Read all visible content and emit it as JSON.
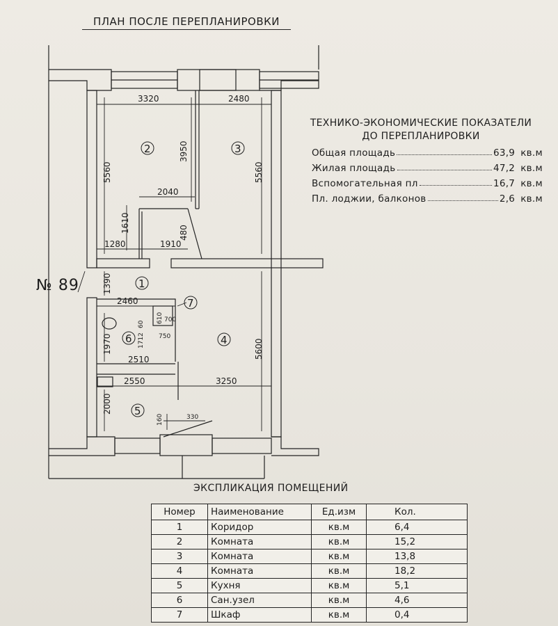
{
  "plan": {
    "title": "ПЛАН ПОСЛЕ ПЕРЕПЛАНИРОВКИ",
    "apartment_number": "№ 89",
    "dimensions": {
      "d3320": "3320",
      "d2480": "2480",
      "d3950": "3950",
      "d5560_left": "5560",
      "d5560_right": "5560",
      "d2040": "2040",
      "d1610": "1610",
      "d480": "480",
      "d1280": "1280",
      "d1910": "1910",
      "d1390": "1390",
      "d2460": "2460",
      "d60": "60",
      "d610": "610",
      "d700": "700",
      "d750": "750",
      "d1712": "1712",
      "d1970": "1970",
      "d2510": "2510",
      "d5600": "5600",
      "d2550": "2550",
      "d3250": "3250",
      "d2000": "2000",
      "d160": "160",
      "d330": "330"
    },
    "rooms": [
      "1",
      "2",
      "3",
      "4",
      "5",
      "6",
      "7"
    ]
  },
  "stats": {
    "title_line1": "ТЕХНИКО-ЭКОНОМИЧЕСКИЕ ПОКАЗАТЕЛИ",
    "title_line2": "ДО ПЕРЕПЛАНИРОВКИ",
    "rows": [
      {
        "label": "Общая площадь",
        "value": "63,9",
        "unit": "кв.м"
      },
      {
        "label": "Жилая площадь",
        "value": "47,2",
        "unit": "кв.м"
      },
      {
        "label": "Вспомогательная пл",
        "value": "16,7",
        "unit": "кв.м"
      },
      {
        "label": "Пл. лоджии, балконов",
        "value": "2,6",
        "unit": "кв.м"
      }
    ]
  },
  "explication": {
    "title": "ЭКСПЛИКАЦИЯ ПОМЕЩЕНИЙ",
    "headers": [
      "Номер",
      "Наименование",
      "Ед.изм",
      "Кол."
    ],
    "rows": [
      [
        "1",
        "Коридор",
        "кв.м",
        "6,4"
      ],
      [
        "2",
        "Комната",
        "кв.м",
        "15,2"
      ],
      [
        "3",
        "Комната",
        "кв.м",
        "13,8"
      ],
      [
        "4",
        "Комната",
        "кв.м",
        "18,2"
      ],
      [
        "5",
        "Кухня",
        "кв.м",
        "5,1"
      ],
      [
        "6",
        "Сан.узел",
        "кв.м",
        "4,6"
      ],
      [
        "7",
        "Шкаф",
        "кв.м",
        "0,4"
      ]
    ]
  }
}
